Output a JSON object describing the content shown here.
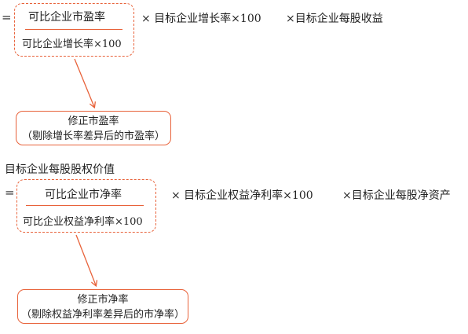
{
  "formula1": {
    "eq_sign": "=",
    "numerator": "可比企业市盈率",
    "denominator": "可比企业增长率×100",
    "term2": "× 目标企业增长率×100",
    "term3": "×目标企业每股收益",
    "note_line1": "修正市盈率",
    "note_line2": "（剔除增长率差异后的市盈率）"
  },
  "heading2": "目标企业每股股权价值",
  "formula2": {
    "eq_sign": "=",
    "numerator": "可比企业市净率",
    "denominator": "可比企业权益净利率×100",
    "term2": "× 目标企业权益净利率×100",
    "term3": "×目标企业每股净资产",
    "note_line1": "修正市净率",
    "note_line2": "（剔除权益净利率差异后的市净率）"
  },
  "colors": {
    "accent": "#e8623a",
    "text": "#222222"
  }
}
